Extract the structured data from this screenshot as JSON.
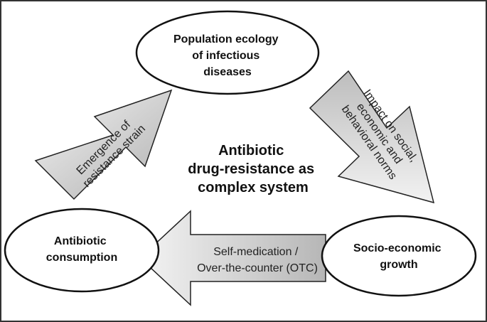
{
  "title": {
    "lines": [
      "Antibiotic",
      "drug-resistance as",
      "complex system"
    ]
  },
  "nodes": {
    "population": {
      "lines": [
        "Population ecology",
        "of infectious",
        "diseases"
      ]
    },
    "socioeconomic": {
      "lines": [
        "Socio-economic",
        "growth"
      ]
    },
    "consumption": {
      "lines": [
        "Antibiotic",
        "consumption"
      ]
    }
  },
  "arrows": {
    "emergence": {
      "lines": [
        "Emergence of",
        "resistance strain"
      ]
    },
    "impact": {
      "lines": [
        "Impact on social,",
        "economic and",
        "behavioral norms"
      ]
    },
    "selfmed": {
      "lines": [
        "Self-medication /",
        "Over-the-counter (OTC)"
      ]
    }
  },
  "colors": {
    "arrow_fill_light": "#f2f2f2",
    "arrow_fill_dark": "#b4b4b4",
    "stroke": "#222222",
    "frame": "#333333"
  }
}
